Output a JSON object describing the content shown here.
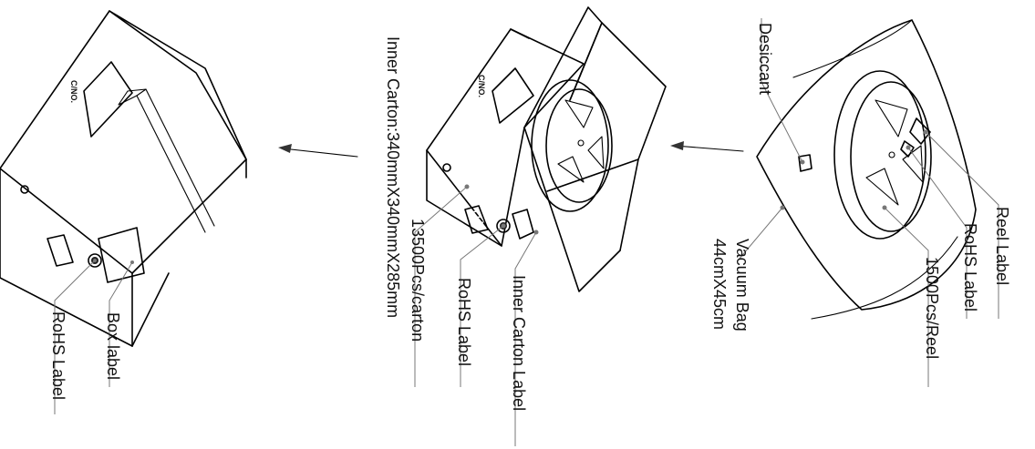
{
  "box_marking": "C/NO.",
  "labels": {
    "desiccant": "Desiccant",
    "reel_label": "Reel Label",
    "rohs_label_reel": "RoHS Label",
    "pcs_per_reel": "1500Pcs/Reel",
    "vacuum_bag": "Vacuum Bag",
    "vacuum_bag_size": "44cmX45cm",
    "inner_carton_size": "Inner Carton:340mmX340mmX285mm",
    "pcs_per_carton": "13500Pcs/carton",
    "rohs_label_carton": "RoHS Label",
    "inner_carton_label": "Inner Carton Label",
    "box_label": "Box label",
    "rohs_label_box": "RoHS Label"
  }
}
